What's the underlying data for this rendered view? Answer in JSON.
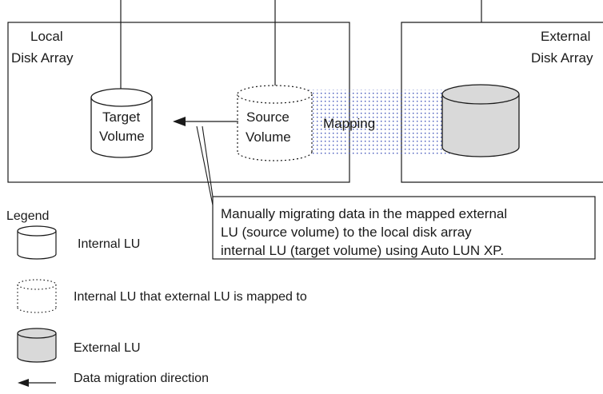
{
  "local_array": {
    "label_line1": "Local",
    "label_line2": "Disk Array"
  },
  "external_array": {
    "label_line1": "External",
    "label_line2": "Disk Array"
  },
  "target_volume": {
    "line1": "Target",
    "line2": "Volume"
  },
  "source_volume": {
    "line1": "Source",
    "line2": "Volume"
  },
  "mapping_label": "Mapping",
  "callout": {
    "line1": "Manually migrating data in the mapped external",
    "line2": "LU (source volume) to the local disk array",
    "line3": "internal LU (target volume) using Auto LUN XP."
  },
  "legend": {
    "title": "Legend",
    "items": [
      {
        "icon": "internal-lu-cylinder",
        "label": "Internal LU"
      },
      {
        "icon": "mapped-lu-dotted-cylinder",
        "label": "Internal LU that external LU is mapped to"
      },
      {
        "icon": "external-lu-gray-cylinder",
        "label": "External LU"
      },
      {
        "icon": "arrow-left",
        "label": "Data migration direction"
      }
    ]
  },
  "colors": {
    "line": "#1a1a1a",
    "external_fill": "#d9d9d9",
    "mapping_dots": "#3a4fb8"
  }
}
